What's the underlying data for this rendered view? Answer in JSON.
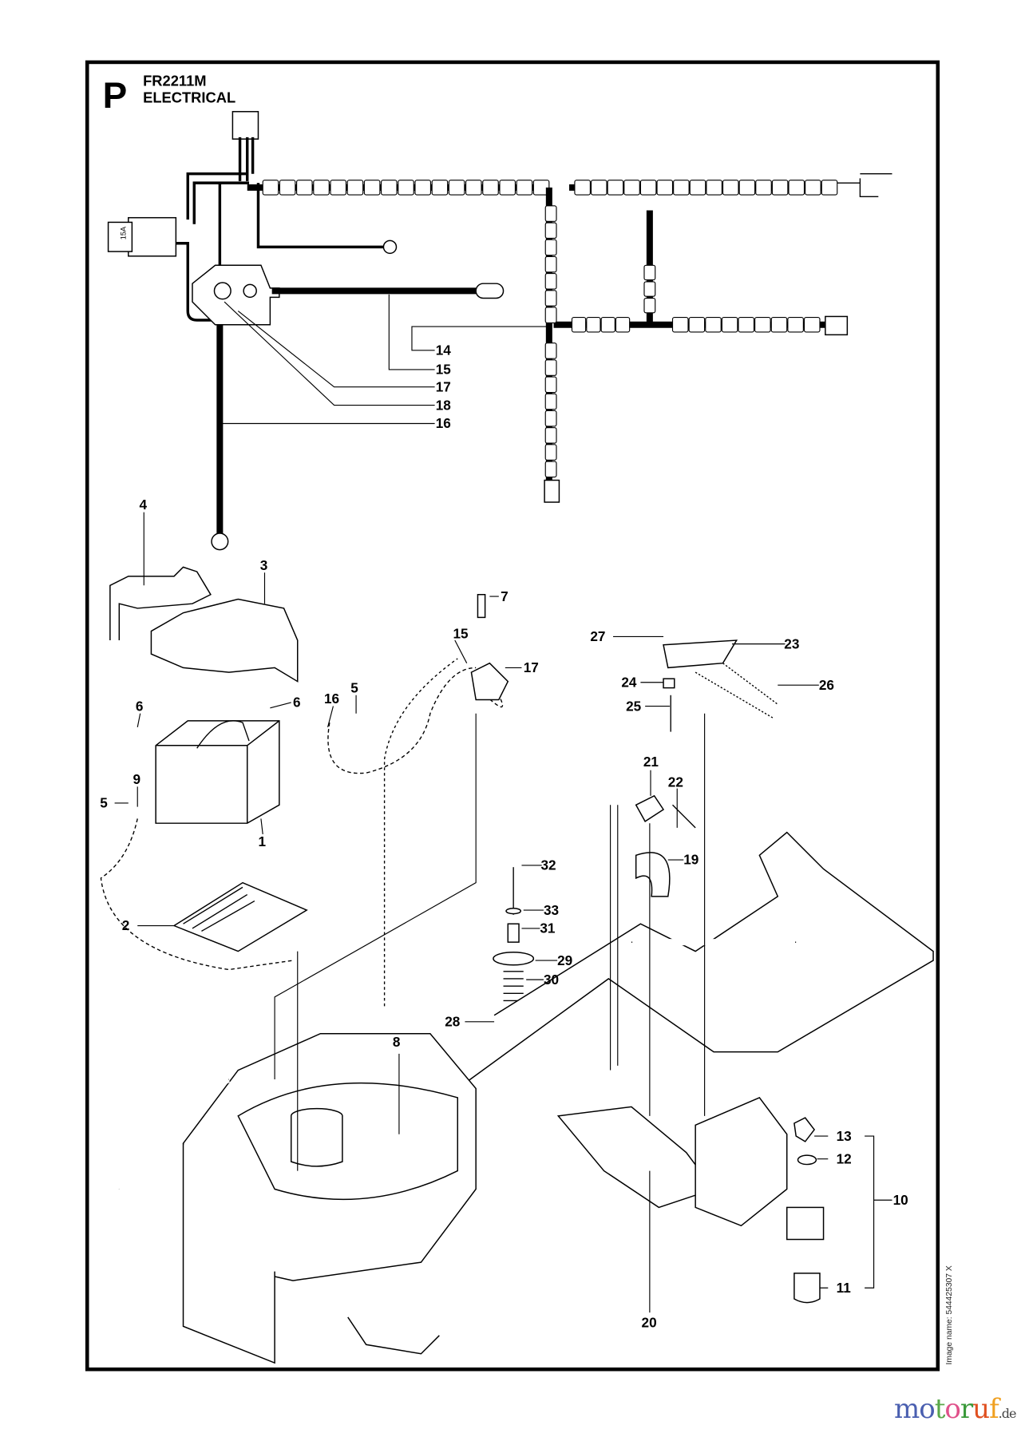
{
  "header": {
    "section_letter": "P",
    "model": "FR2211M",
    "section_title": "ELECTRICAL"
  },
  "fuse_label": "15A",
  "image_name": "Image name: 544425307 X",
  "watermark": {
    "letters": [
      "m",
      "o",
      "t",
      "o",
      "r",
      "u",
      "f"
    ],
    "suffix": ".de",
    "colors": [
      "#4a5fb0",
      "#4a5fb0",
      "#5aa84a",
      "#e0508a",
      "#3a9a3a",
      "#e05020",
      "#f0a020"
    ]
  },
  "callouts": [
    {
      "id": "14"
    },
    {
      "id": "15"
    },
    {
      "id": "17"
    },
    {
      "id": "18"
    },
    {
      "id": "16"
    },
    {
      "id": "4"
    },
    {
      "id": "3"
    },
    {
      "id": "7"
    },
    {
      "id": "15"
    },
    {
      "id": "17"
    },
    {
      "id": "27"
    },
    {
      "id": "23"
    },
    {
      "id": "24"
    },
    {
      "id": "26"
    },
    {
      "id": "25"
    },
    {
      "id": "6"
    },
    {
      "id": "6"
    },
    {
      "id": "16"
    },
    {
      "id": "5"
    },
    {
      "id": "9"
    },
    {
      "id": "5"
    },
    {
      "id": "1"
    },
    {
      "id": "21"
    },
    {
      "id": "22"
    },
    {
      "id": "19"
    },
    {
      "id": "32"
    },
    {
      "id": "33"
    },
    {
      "id": "31"
    },
    {
      "id": "29"
    },
    {
      "id": "30"
    },
    {
      "id": "2"
    },
    {
      "id": "28"
    },
    {
      "id": "8"
    },
    {
      "id": "13"
    },
    {
      "id": "12"
    },
    {
      "id": "10"
    },
    {
      "id": "11"
    },
    {
      "id": "20"
    }
  ]
}
